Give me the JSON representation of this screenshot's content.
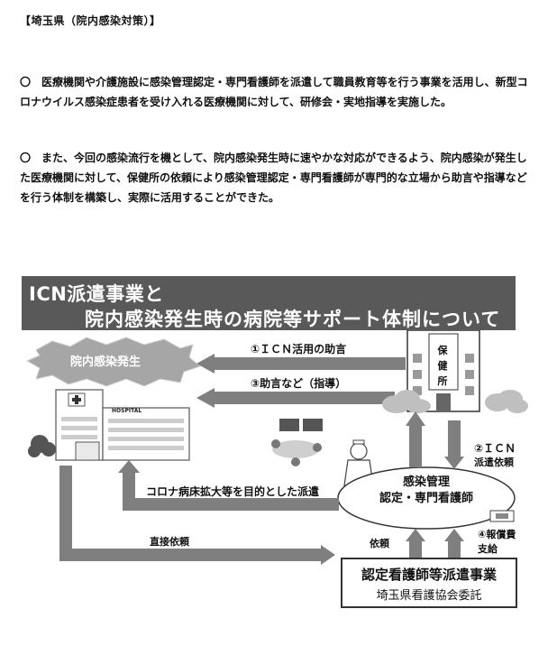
{
  "heading": "【埼玉県（院内感染対策）】",
  "paragraphs": [
    {
      "bullet": "〇",
      "text": "医療機関や介護施設に感染管理認定・専門看護師を派遣して職員教育等を行う事業を活用し、新型コロナウイルス感染症患者を受け入れる医療機関に対して、研修会・実地指導を実施した。"
    },
    {
      "bullet": "〇",
      "text": "また、今回の感染流行を機として、院内感染発生時に速やかな対応ができるよう、院内感染が発生した医療機関に対して、保健所の依頼により感染管理認定・専門看護師が専門的な立場から助言や指導などを行う体制を構築し、実際に活用することができた。"
    }
  ],
  "banner": {
    "line1": "ICN派遣事業と",
    "line2": "院内感染発生時の病院等サポート体制について"
  },
  "diagram": {
    "outbreak_label": "院内感染発生",
    "health_center_chars": [
      "保",
      "健",
      "所"
    ],
    "hospital_sign": "HOSPITAL",
    "arrow1_label": "①ＩＣＮ活用の助言",
    "arrow3_label": "③助言など（指導）",
    "arrow2_label_line1": "②ＩＣＮ",
    "arrow2_label_line2": "派遣依頼",
    "corona_label": "コロナ病床拡大等を目的とした派遣",
    "direct_label": "直接依頼",
    "request_label": "依頼",
    "reward_label_line1": "④報償費",
    "reward_label_line2": "支給",
    "nurse_line1": "感染管理",
    "nurse_line2": "認定・専門看護師",
    "org_title": "認定看護師等派遣事業",
    "org_subtitle": "埼玉県看護協会委託"
  },
  "colors": {
    "banner_bg": "#595959",
    "arrow_gray": "#7f7f7f",
    "burst_gray": "#a6a6a6"
  }
}
